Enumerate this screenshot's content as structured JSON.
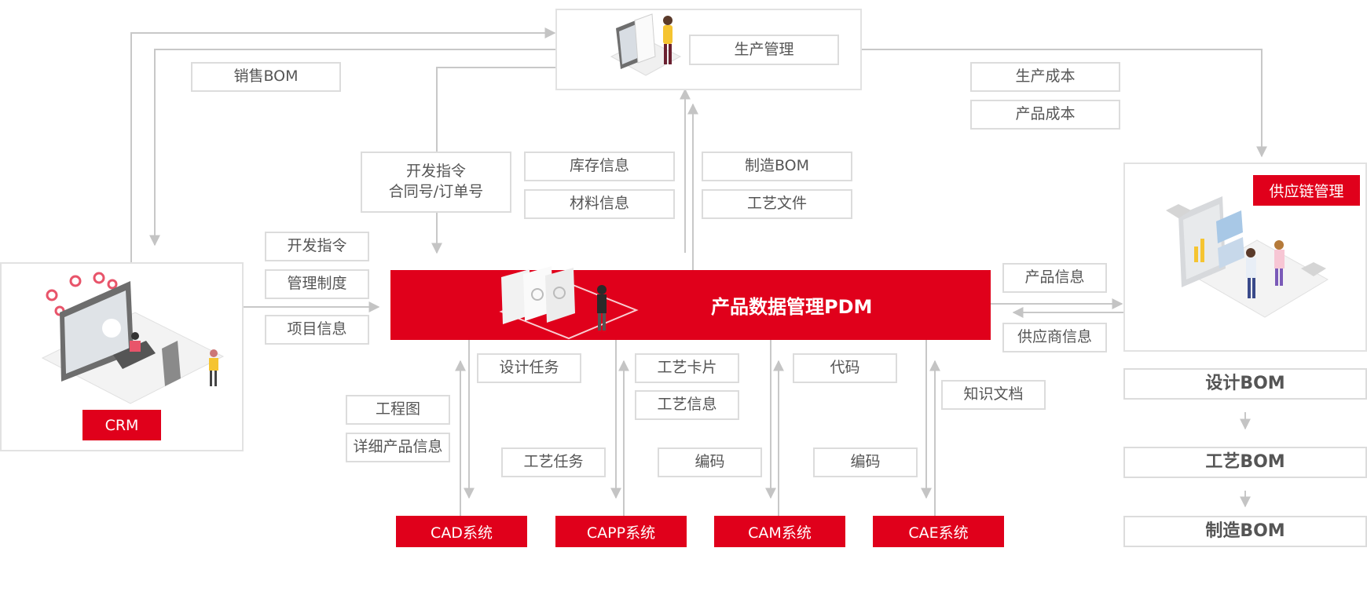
{
  "core": {
    "title": "产品数据管理PDM"
  },
  "nodes": {
    "production": "生产管理",
    "crm": "CRM",
    "supply_chain": "供应链管理",
    "cad": "CAD系统",
    "capp": "CAPP系统",
    "cam": "CAM系统",
    "cae": "CAE系统"
  },
  "labels": {
    "sales_bom": "销售BOM",
    "dev_order_contract": "开发指令\n合同号/订单号",
    "inventory_info": "库存信息",
    "material_info": "材料信息",
    "manufacturing_bom_top": "制造BOM",
    "process_file": "工艺文件",
    "production_cost": "生产成本",
    "product_cost": "产品成本",
    "dev_order": "开发指令",
    "management_system": "管理制度",
    "project_info": "项目信息",
    "product_info": "产品信息",
    "supplier_info": "供应商信息",
    "design_task": "设计任务",
    "engineering_drawing": "工程图",
    "detailed_product_info": "详细产品信息",
    "process_card": "工艺卡片",
    "process_info": "工艺信息",
    "process_task": "工艺任务",
    "code": "代码",
    "coding_1": "编码",
    "coding_2": "编码",
    "knowledge_doc": "知识文档"
  },
  "bom_chain": [
    "设计BOM",
    "工艺BOM",
    "制造BOM"
  ],
  "colors": {
    "accent": "#e0001b",
    "line": "#c8c8c8",
    "border": "#dcdcdc",
    "text": "#555555"
  }
}
